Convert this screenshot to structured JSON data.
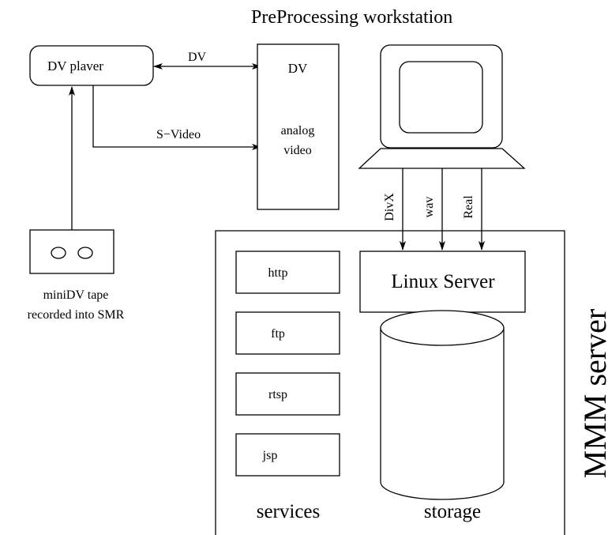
{
  "title": "PreProcessing workstation",
  "dv_player": {
    "label": "DV plaver"
  },
  "tape": {
    "caption_line1": "miniDV tape",
    "caption_line2": "recorded into SMR"
  },
  "capture_card": {
    "dv_label": "DV",
    "analog_line1": "analog",
    "analog_line2": "video"
  },
  "connections": {
    "dv": "DV",
    "svideo": "S−Video"
  },
  "outputs": [
    "DivX",
    "wav",
    "Real"
  ],
  "server": {
    "name": "MMM server",
    "linux_label": "Linux Server",
    "services": [
      "http",
      "ftp",
      "rtsp",
      "jsp"
    ],
    "services_label": "services",
    "storage_label": "storage"
  }
}
